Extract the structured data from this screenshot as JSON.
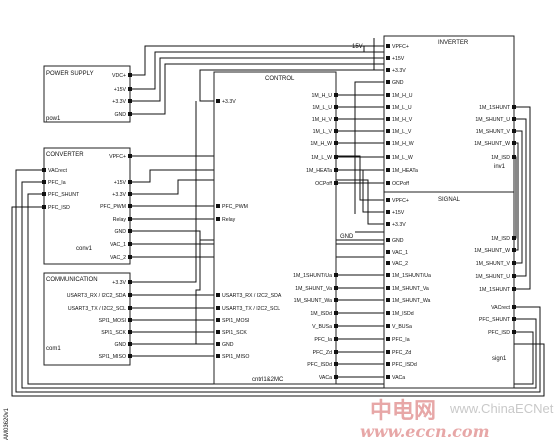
{
  "blocks": {
    "power": {
      "title": "POWER SUPPLY",
      "pins": [
        "VDC+",
        "+15V",
        "+3.3V",
        "GND"
      ],
      "ref": "pow1"
    },
    "converter": {
      "title": "CONVERTER",
      "right_pins": [
        "VPFC+",
        "+15V",
        "+3.3V",
        "PFC_PWM",
        "Relay",
        "GND",
        "VAC_1",
        "VAC_2"
      ],
      "left_pins": [
        "VACrect",
        "PFC_Ia",
        "PFC_SHUNT",
        "PFC_ISD"
      ],
      "ref": "conv1"
    },
    "communication": {
      "title": "COMMUNICATION",
      "pins": [
        "+3.3V",
        "USART3_RX / I2C2_SDA",
        "USART3_TX / I2C2_SCL",
        "SPI1_MOSI",
        "SPI1_SCK",
        "GND",
        "SPI1_MISO"
      ],
      "ref": "com1"
    },
    "control": {
      "title": "CONTROL",
      "left_pins": [
        "+3.3V",
        "PFC_PWM",
        "Relay",
        "USART3_RX / I2C2_SDA",
        "USART3_TX / I2C2_SCL",
        "SPI1_MOSI",
        "SPI1_SCK",
        "GND",
        "SPI1_MISO"
      ],
      "right_pins": [
        "1M_H_U",
        "1M_L_U",
        "1M_H_V",
        "1M_L_V",
        "1M_H_W",
        "1M_L_W",
        "1M_HEATa",
        "OCPoff",
        "1M_1SHUNT/Ua",
        "1M_SHUNT_Va",
        "1M_SHUNT_Wa",
        "1M_ISDd",
        "V_BUSa",
        "PFC_Ia",
        "PFC_Zd",
        "PFC_ISDd",
        "VACa"
      ],
      "ref": "cntrl1&2MC"
    },
    "inverter": {
      "title": "INVERTER",
      "left_pins": [
        "VPFC+",
        "+15V",
        "+3.3V",
        "GND",
        "1M_H_U",
        "1M_L_U",
        "1M_H_V",
        "1M_L_V",
        "1M_H_W",
        "1M_L_W",
        "1M_HEATa",
        "OCPoff"
      ],
      "right_pins": [
        "1M_1SHUNT",
        "1M_SHUNT_U",
        "1M_SHUNT_V",
        "1M_SHUNT_W",
        "1M_ISD"
      ],
      "ref": "inv1"
    },
    "signal": {
      "title": "SIGNAL",
      "left_pins": [
        "VPFC+",
        "+15V",
        "+3.3V",
        "GND",
        "VAC_1",
        "VAC_2",
        "1M_1SHUNT/Ua",
        "1M_SHUNT_Va",
        "1M_SHUNT_Wa",
        "1M_ISDd",
        "V_BUSa",
        "PFC_Ia",
        "PFC_Zd",
        "PFC_ISDd",
        "VACa"
      ],
      "right_pins": [
        "1M_ISD",
        "1M_SHUNT_W",
        "1M_SHUNT_V",
        "1M_SHUNT_U",
        "1M_1SHUNT",
        "VACrect",
        "PFC_SHUNT",
        "PFC_ISD"
      ],
      "ref": "sign1"
    }
  },
  "net_labels": {
    "v15": "15V",
    "gnd": "GND"
  },
  "doc_id": "AM03620v1",
  "watermark": {
    "cn": "中电网",
    "site": "www.ChinaECNet.com",
    "url": "www.eccn.com"
  }
}
